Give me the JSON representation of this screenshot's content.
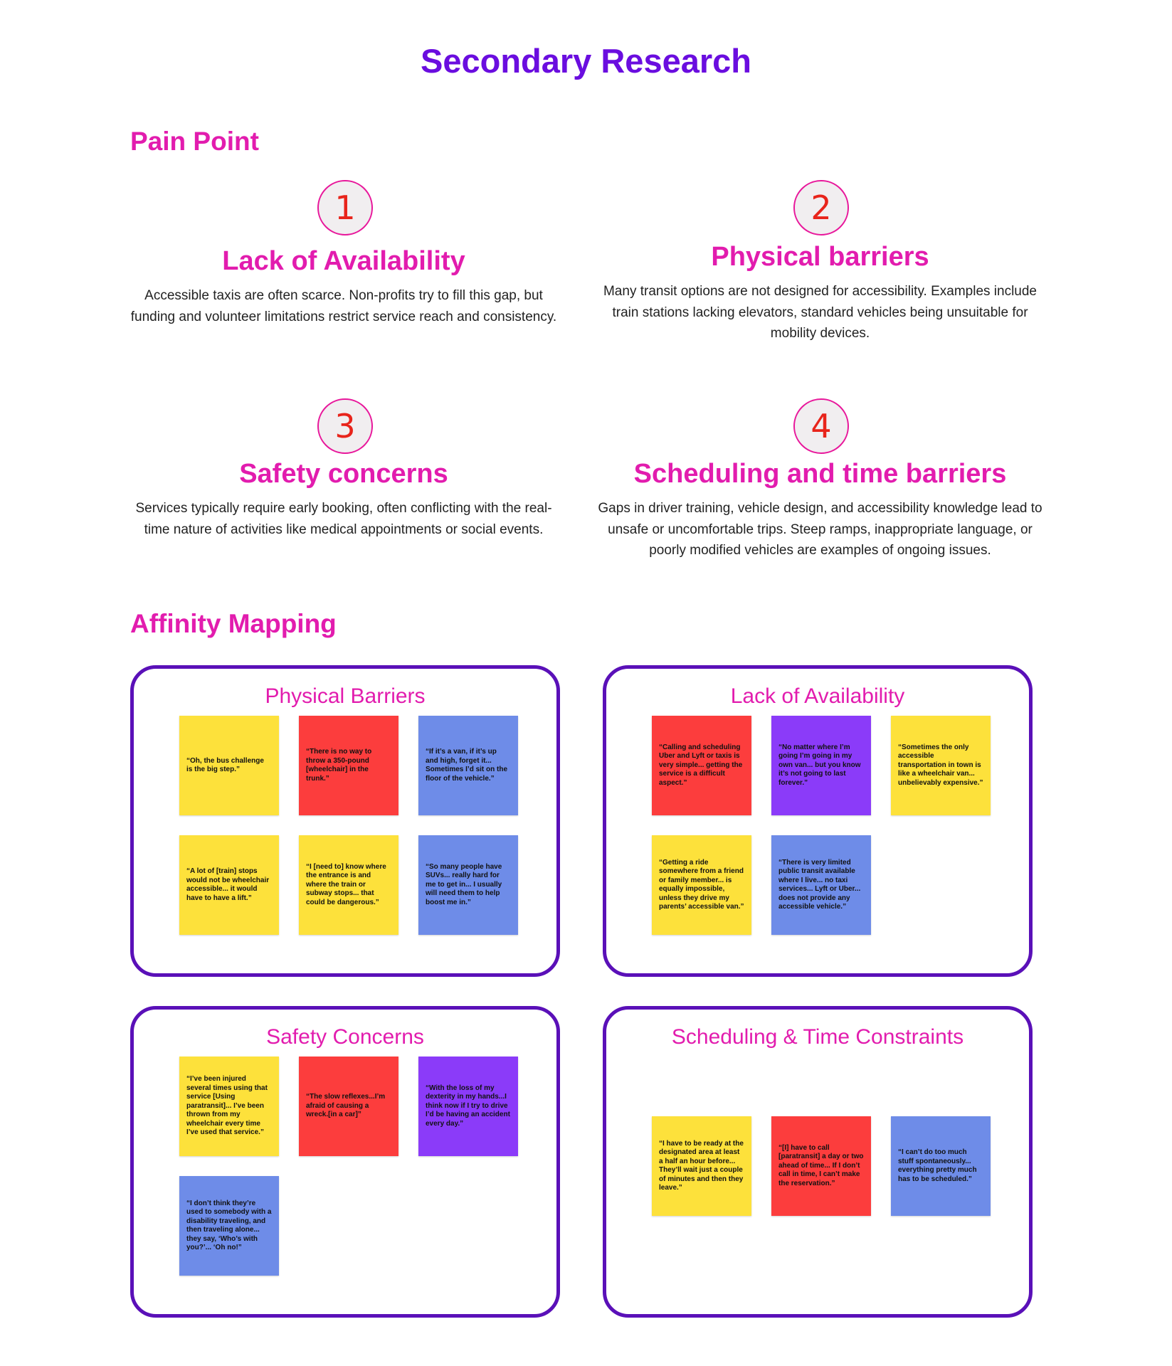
{
  "title": "Secondary Research",
  "pain_point_heading": "Pain Point",
  "affinity_heading": "Affinity Mapping",
  "colors": {
    "title": "#6a0ddf",
    "heading": "#e21cae",
    "number": "#e8241b",
    "group_border": "#5a10b8",
    "yellow": "#fde13b",
    "red": "#fc3d3d",
    "blue": "#6e8ce8",
    "purple": "#8b3bf9"
  },
  "pain_points": [
    {
      "number": "1",
      "title": "Lack of Availability",
      "description": "Accessible taxis are often scarce. Non-profits try to fill this gap, but funding and volunteer limitations restrict service reach and consistency."
    },
    {
      "number": "2",
      "title": "Physical barriers",
      "description": "Many transit options are not designed for accessibility. Examples include train stations lacking elevators, standard vehicles being unsuitable for mobility devices."
    },
    {
      "number": "3",
      "title": "Safety concerns",
      "description": "Services typically require early booking, often conflicting with the real-time nature of activities like medical appointments or social events."
    },
    {
      "number": "4",
      "title": "Scheduling and time barriers",
      "description": "Gaps in driver training, vehicle design, and accessibility knowledge lead to unsafe or uncomfortable trips. Steep ramps, inappropriate language, or poorly modified vehicles are examples of ongoing issues."
    }
  ],
  "affinity_groups": [
    {
      "title": "Physical Barriers",
      "notes": [
        {
          "color": "yellow",
          "text": "“Oh, the bus challenge is the big step.”"
        },
        {
          "color": "red",
          "text": "“There is no way to throw a 350-pound [wheelchair] in the trunk.”"
        },
        {
          "color": "blue",
          "text": "“If it’s a van, if it’s up and high, forget it... Sometimes I’d sit on the floor of the vehicle.”"
        },
        {
          "color": "yellow",
          "text": "“A lot of [train] stops would not be wheelchair accessible... it would have to have a lift.”"
        },
        {
          "color": "yellow",
          "text": "“I [need to] know where the entrance is and where the train or subway stops... that could be dangerous.”"
        },
        {
          "color": "blue",
          "text": "“So many people have SUVs... really hard for me to get in... I usually will need them to help boost me in.”"
        }
      ]
    },
    {
      "title": "Lack of Availability",
      "notes": [
        {
          "color": "red",
          "text": "“Calling and scheduling Uber and Lyft or taxis is very simple... getting the service is a difficult aspect.”"
        },
        {
          "color": "purple",
          "text": "“No matter where I’m going I’m going in my own van... but you know it’s not going to last forever.”"
        },
        {
          "color": "yellow",
          "text": "“Sometimes the only accessible transportation in town is like a wheelchair van... unbelievably expensive.”"
        },
        {
          "color": "yellow",
          "text": "“Getting a ride somewhere from a friend or family member... is equally impossible, unless they drive my parents’ accessible van.”"
        },
        {
          "color": "blue",
          "text": "“There is very limited public transit available where I live... no taxi services... Lyft or Uber... does not provide any accessible vehicle.”"
        }
      ]
    },
    {
      "title": "Safety Concerns",
      "notes": [
        {
          "color": "yellow",
          "text": "“I’ve been injured several times using that service [Using paratransit]... I’ve been thrown from my wheelchair every time I’ve used that service.”"
        },
        {
          "color": "red",
          "text": "“The slow reflexes...I’m afraid of causing a wreck.[in a car]”"
        },
        {
          "color": "purple",
          "text": "“With the loss of my dexterity in my hands...I think now if I try to drive I’d be having an accident every day.”"
        },
        {
          "color": "blue",
          "text": "“I don’t think they’re used to somebody with a disability traveling, and then traveling alone... they say, ‘Who’s with you?’... ‘Oh no!”"
        }
      ]
    },
    {
      "title": "Scheduling & Time Constraints",
      "notes": [
        {
          "color": "yellow",
          "text": "“I have to be ready at the designated area at least a half an hour before... They’ll wait just a couple of minutes and then they leave.”"
        },
        {
          "color": "red",
          "text": "“[I] have to call [paratransit] a day or two ahead of time... If I don’t call in time, I can’t make the reservation.”"
        },
        {
          "color": "blue",
          "text": "“I can’t do too much stuff spontaneously... everything pretty much has to be scheduled.”"
        }
      ]
    }
  ]
}
